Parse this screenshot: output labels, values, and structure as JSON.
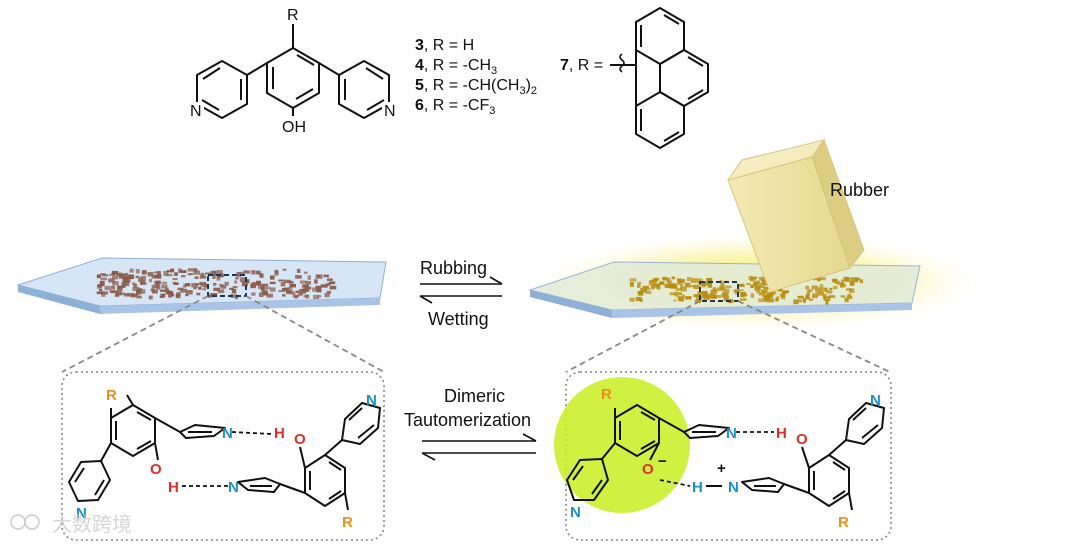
{
  "structure": {
    "r_label": "R",
    "n_label": "N",
    "oh_label": "OH",
    "compounds": [
      {
        "num": "3",
        "text": ", R = H"
      },
      {
        "num": "4",
        "text": ", R = -CH",
        "sub": "3",
        "tail": ""
      },
      {
        "num": "5",
        "text": ", R = -CH(CH",
        "sub": "3",
        "tail": ")",
        "sub2": "2"
      },
      {
        "num": "6",
        "text": ", R = -CF",
        "sub": "3",
        "tail": ""
      }
    ],
    "compound7": {
      "num": "7",
      "text": ", R ="
    }
  },
  "scene": {
    "rubber_label": "Rubber",
    "forward_label": "Rubbing",
    "reverse_label": "Wetting",
    "tautomer_label_1": "Dimeric",
    "tautomer_label_2": "Tautomerization"
  },
  "dimer": {
    "r_label": "R",
    "n_label": "N",
    "o_label": "O",
    "h_label": "H",
    "minus_label": "−",
    "plus_label": "+"
  },
  "colors": {
    "nitrogen": "#1a8fc9",
    "oxygen": "#d9312a",
    "r_group": "#e8901c",
    "glow": "#c8ee20",
    "plate_top": "#cfe0f5",
    "crystal_brown": "#8a5a48",
    "crystal_yellow": "#b88d10"
  },
  "watermark": "大数跨境"
}
